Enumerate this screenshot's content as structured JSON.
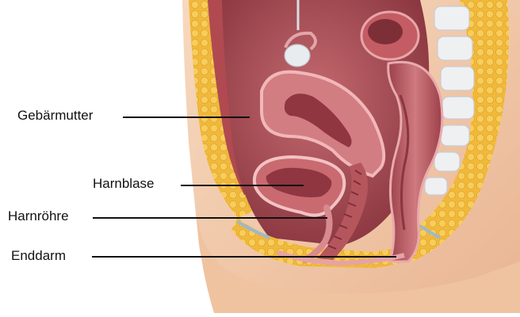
{
  "labels": {
    "uterus": "Gebärmutter",
    "bladder": "Harnblase",
    "urethra": "Harnröhre",
    "rectum": "Enddarm"
  },
  "colors": {
    "skin": "#f2c9a8",
    "fat": "#f3c24a",
    "organ": "#b7575d",
    "organ_dark": "#7d2f37",
    "line": "#111111"
  }
}
